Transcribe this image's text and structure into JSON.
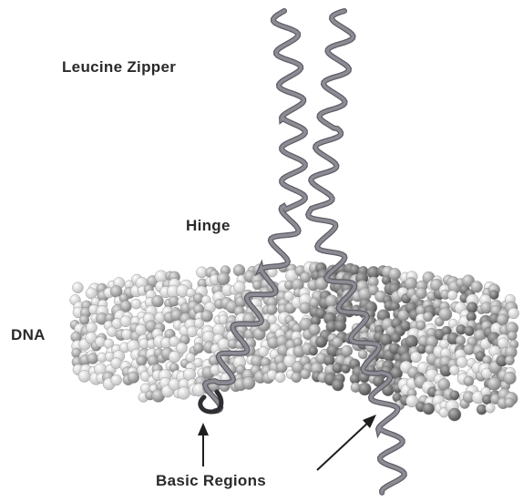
{
  "labels": {
    "leucine_zipper": "Leucine Zipper",
    "hinge": "Hinge",
    "dna": "DNA",
    "basic_regions": "Basic Regions"
  },
  "colors": {
    "helix": "#8d8b93",
    "helix_dark": "#5e5c65",
    "dna_light": "#e2e2e2",
    "dna_mid": "#a6a6a6",
    "dna_dark": "#6c6c6c",
    "arrow": "#1e1e1e",
    "label": "#2a2a2a"
  }
}
